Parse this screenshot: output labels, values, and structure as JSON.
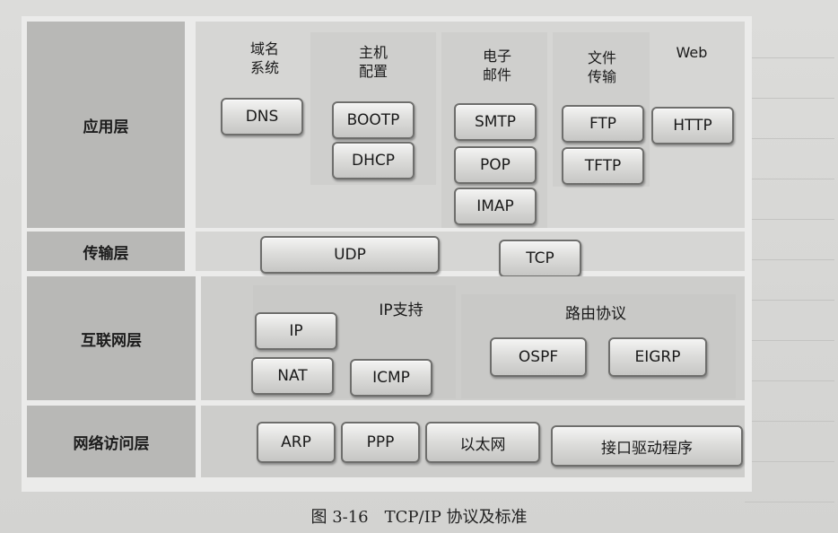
{
  "layers": {
    "application": "应用层",
    "transport": "传输层",
    "internet": "互联网层",
    "network_access": "网络访问层"
  },
  "categories": {
    "domain_name": "域名\n系统",
    "host_config": "主机\n配置",
    "email": "电子\n邮件",
    "file_transfer": "文件\n传输",
    "web": "Web",
    "ip_support": "IP支持",
    "routing": "路由协议"
  },
  "protocols": {
    "dns": "DNS",
    "bootp": "BOOTP",
    "dhcp": "DHCP",
    "smtp": "SMTP",
    "pop": "POP",
    "imap": "IMAP",
    "ftp": "FTP",
    "tftp": "TFTP",
    "http": "HTTP",
    "udp": "UDP",
    "tcp": "TCP",
    "ip": "IP",
    "nat": "NAT",
    "icmp": "ICMP",
    "ospf": "OSPF",
    "eigrp": "EIGRP",
    "arp": "ARP",
    "ppp": "PPP",
    "ethernet": "以太网",
    "driver": "接口驱动程序"
  },
  "caption": "图 3-16　TCP/IP 协议及标准"
}
